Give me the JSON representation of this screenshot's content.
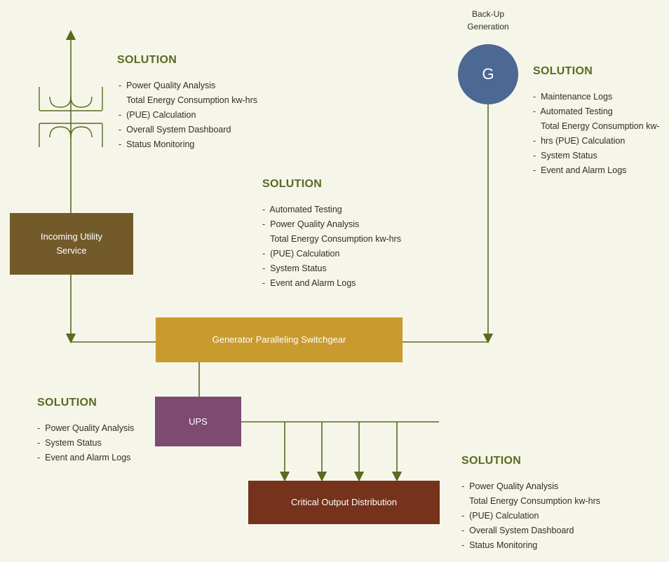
{
  "colors": {
    "background": "#f6f5ea",
    "line": "#5a6a1e",
    "solution_heading": "#5a6a1e",
    "utility_box": "#735a2a",
    "switchgear_box": "#c99a2e",
    "ups_box": "#7d4b72",
    "critical_box": "#74331a",
    "generator_circle": "#4c6893"
  },
  "icons": {
    "transformer": "transformer-coils-icon",
    "arrows": "arrowhead-icon"
  },
  "generator": {
    "label_line1": "Back-Up",
    "label_line2": "Generation",
    "symbol": "G"
  },
  "boxes": {
    "utility": {
      "line1": "Incoming Utility",
      "line2": "Service"
    },
    "switchgear": {
      "label": "Generator Paralleling Switchgear"
    },
    "ups": {
      "label": "UPS"
    },
    "critical": {
      "label": "Critical Output Distribution"
    }
  },
  "solutions": {
    "utility": {
      "heading": "SOLUTION",
      "items": [
        "Power Quality Analysis",
        "Total Energy Consumption kw-hrs (PUE) Calculation",
        "Overall System Dashboard",
        "Status Monitoring"
      ]
    },
    "generator": {
      "heading": "SOLUTION",
      "items": [
        "Maintenance Logs",
        "Automated Testing",
        "Total Energy Consumption kw-hrs (PUE) Calculation",
        "System Status",
        "Event and Alarm Logs"
      ]
    },
    "switchgear": {
      "heading": "SOLUTION",
      "items": [
        "Automated Testing",
        "Power Quality Analysis",
        "Total Energy Consumption kw-hrs (PUE) Calculation",
        "System Status",
        "Event and Alarm Logs"
      ]
    },
    "ups": {
      "heading": "SOLUTION",
      "items": [
        "Power Quality Analysis",
        "System Status",
        "Event and Alarm Logs"
      ]
    },
    "critical": {
      "heading": "SOLUTION",
      "items": [
        "Power Quality Analysis",
        "Total Energy Consumption kw-hrs (PUE) Calculation",
        "Overall System Dashboard",
        "Status Monitoring"
      ]
    }
  }
}
